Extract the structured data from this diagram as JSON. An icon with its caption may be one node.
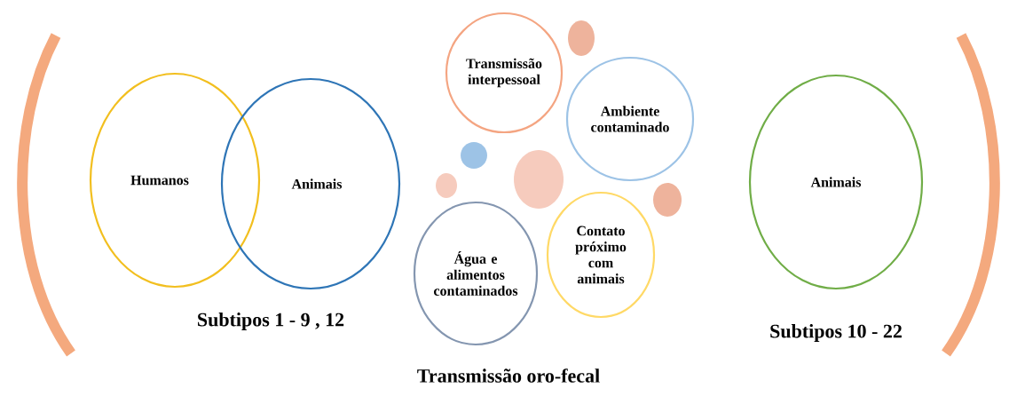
{
  "diagram": {
    "caption": "Transmissão oro-fecal",
    "nodes": [
      {
        "text": [
          "Humanos"
        ]
      },
      {
        "text": [
          "Animais"
        ]
      },
      {
        "text": [
          "Transmissão interpessoal"
        ]
      },
      {
        "text": [
          "Ambiente contaminado"
        ]
      },
      {
        "text": [
          "Água e alimentos contaminados"
        ]
      },
      {
        "text": [
          "Contato próximo com animais"
        ]
      },
      {
        "text": [],
        "shape": "circle"
      },
      {
        "text": [],
        "shape": "circle"
      },
      {
        "text": [],
        "shape": "circle"
      },
      {
        "text": [],
        "shape": "circle"
      },
      {
        "text": [],
        "shape": "circle"
      },
      {
        "text": [
          "Animais"
        ]
      }
    ],
    "labels": [
      "Subtipos 1 - 9 , 12",
      "Subtipos 10 - 22"
    ]
  }
}
